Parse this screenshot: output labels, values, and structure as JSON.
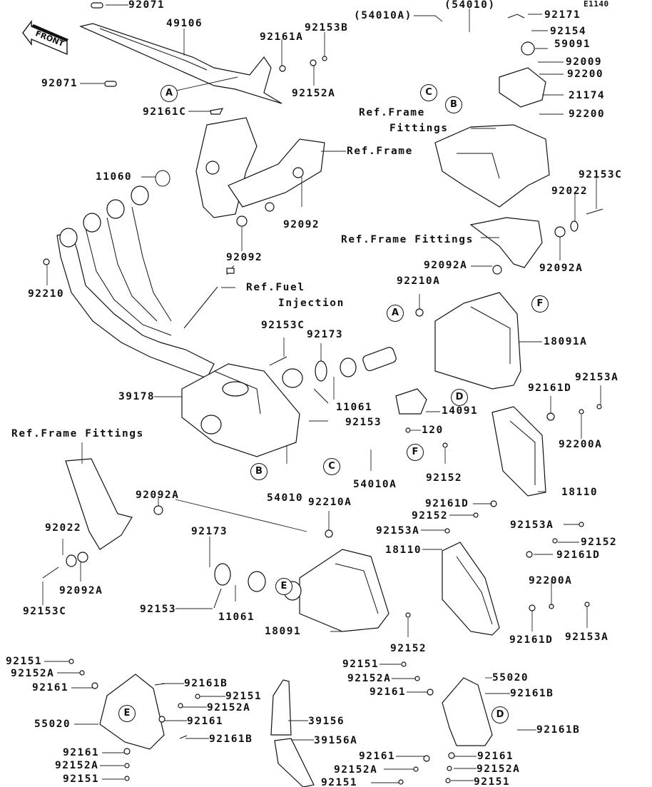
{
  "diagram": {
    "figure_code": "E1140",
    "front_indicator": "FRONT",
    "references": {
      "ref_frame": "Ref.Frame",
      "ref_frame_fittings_line1": "Ref.Frame",
      "ref_frame_fittings_line2": "Fittings",
      "ref_frame_fittings_mid": "Ref.Frame Fittings",
      "ref_frame_fittings_left": "Ref.Frame Fittings",
      "ref_fuel_line1": "Ref.Fuel",
      "ref_fuel_line2": "Injection"
    },
    "callouts": [
      "A",
      "B",
      "C",
      "D",
      "E",
      "F"
    ],
    "parts": {
      "p92071_top": "92071",
      "p49106": "49106",
      "p92161A": "92161A",
      "p92153B": "92153B",
      "p92071_left": "92071",
      "p92152A_top": "92152A",
      "p92161C": "92161C",
      "p54010A_paren": "(54010A)",
      "p54010_paren": "(54010)",
      "p92171": "92171",
      "p92154": "92154",
      "p59091": "59091",
      "p92009": "92009",
      "p92200_a": "92200",
      "p21174": "21174",
      "p92200_b": "92200",
      "p11060": "11060",
      "p92092_r": "92092",
      "p92092_l": "92092",
      "p92153C_r": "92153C",
      "p92022_r": "92022",
      "p92092A_r": "92092A",
      "p92092A_m": "92092A",
      "p92210": "92210",
      "p92210A_top": "92210A",
      "p18091A": "18091A",
      "p92153C_m": "92153C",
      "p92173_m": "92173",
      "p39178": "39178",
      "p11061_m": "11061",
      "p14091": "14091",
      "p92153_m": "92153",
      "p120": "120",
      "p92161D_a": "92161D",
      "p92153A_a": "92153A",
      "p92200A_a": "92200A",
      "p92152_f": "92152",
      "p54010": "54010",
      "p54010A": "54010A",
      "p18110_a": "18110",
      "p92092A_l": "92092A",
      "p92210A_b": "92210A",
      "p92161D_b": "92161D",
      "p92152_b": "92152",
      "p92153A_b": "92153A",
      "p92153A_c": "92153A",
      "p92152_c": "92152",
      "p18110_b": "18110",
      "p92161D_c": "92161D",
      "p92022_l": "92022",
      "p92173_l": "92173",
      "p92200A_b": "92200A",
      "p92092A_ll": "92092A",
      "p92153C_l": "92153C",
      "p92153_l": "92153",
      "p11061_l": "11061",
      "p18091": "18091",
      "p92152_d": "92152",
      "p92161D_d": "92161D",
      "p92153A_d": "92153A",
      "p92151_l1": "92151",
      "p92152A_l1": "92152A",
      "p92161_l1": "92161",
      "p92161B_l1": "92161B",
      "p92151_l2": "92151",
      "p92152A_l2": "92152A",
      "p92161_l2": "92161",
      "p55020_l": "55020",
      "p92161B_l2": "92161B",
      "p92161_l3": "92161",
      "p92152A_l3": "92152A",
      "p92151_l3": "92151",
      "p39156": "39156",
      "p39156A": "39156A",
      "p92151_r1": "92151",
      "p92152A_r1": "92152A",
      "p92161_r1": "92161",
      "p55020_r": "55020",
      "p92161B_r1": "92161B",
      "p92161B_r2": "92161B",
      "p92161_r2": "92161",
      "p92152A_r2": "92152A",
      "p92151_r2": "92151",
      "p92161_r3": "92161",
      "p92152A_r3": "92152A",
      "p92151_r3": "92151"
    }
  }
}
